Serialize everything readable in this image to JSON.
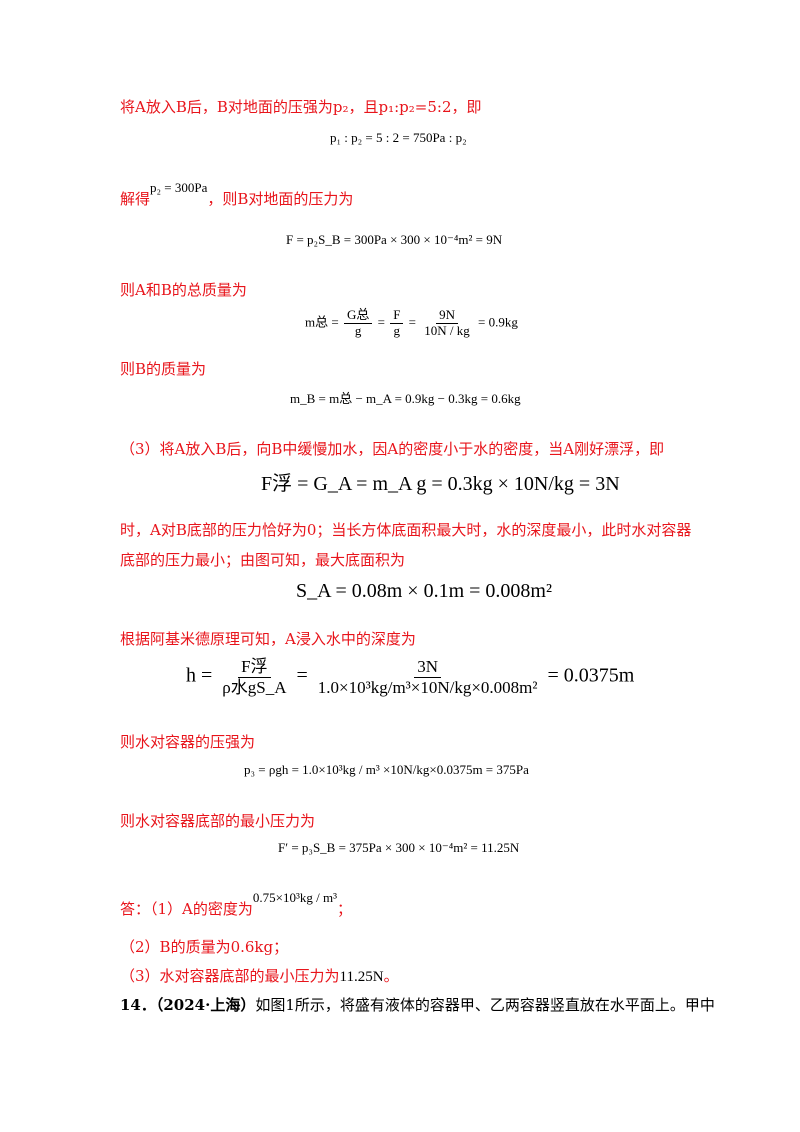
{
  "lines": {
    "l1": "将A放入B后，B对地面的压强为p₂，且p₁:p₂=5:2，即",
    "l2_pre": "解得",
    "l2_post": "，则B对地面的压力为",
    "l3": "则A和B的总质量为",
    "l4": "则B的质量为",
    "l5": "（3）将A放入B后，向B中缓慢加水，因A的密度小于水的密度，当A刚好漂浮，即",
    "l6": "时，A对B底部的压力恰好为0；当长方体底面积最大时，水的深度最小，此时水对容器",
    "l7": "底部的压力最小；由图可知，最大底面积为",
    "l8": "根据阿基米德原理可知，A浸入水中的深度为",
    "l9": "则水对容器的压强为",
    "l10": "则水对容器底部的最小压力为",
    "ans1_pre": "答：（1）A的密度为",
    "ans1_post": "；",
    "ans2": "（2）B的质量为0.6kg；",
    "ans3_pre": "（3）水对容器底部的最小压力为",
    "ans3_post": "。",
    "q14_num": "14．",
    "q14_src": "（2024·上海）",
    "q14_text": "如图1所示，将盛有液体的容器甲、乙两容器竖直放在水平面上。甲中"
  },
  "equations": {
    "eq1": "p₁ : p₂ = 5 : 2 = 750Pa : p₂",
    "eq2": "p₂ = 300Pa",
    "eq3": "F = p₂S_B = 300Pa × 300 × 10⁻⁴m² = 9N",
    "eq4_lhs": "m总 =",
    "eq4_f1_num": "G总",
    "eq4_f1_den": "g",
    "eq4_f2_num": "F",
    "eq4_f2_den": "g",
    "eq4_f3_num": "9N",
    "eq4_f3_den": "10N / kg",
    "eq4_rhs": "= 0.9kg",
    "eq5": "m_B = m总 − m_A = 0.9kg − 0.3kg = 0.6kg",
    "eq6": "F浮 = G_A = m_A g = 0.3kg × 10N/kg = 3N",
    "eq7": "S_A = 0.08m × 0.1m = 0.008m²",
    "eq8_lhs": "h =",
    "eq8_f1_num": "F浮",
    "eq8_f1_den": "ρ水gS_A",
    "eq8_f2_num": "3N",
    "eq8_f2_den": "1.0×10³kg/m³×10N/kg×0.008m²",
    "eq8_rhs": "= 0.0375m",
    "eq9": "p₃ = ρgh = 1.0×10³kg / m³ ×10N/kg×0.0375m = 375Pa",
    "eq10": "F′ = p₃S_B = 375Pa × 300 × 10⁻⁴m² = 11.25N",
    "eq11": "0.75×10³kg / m³",
    "eq12": "11.25N"
  }
}
